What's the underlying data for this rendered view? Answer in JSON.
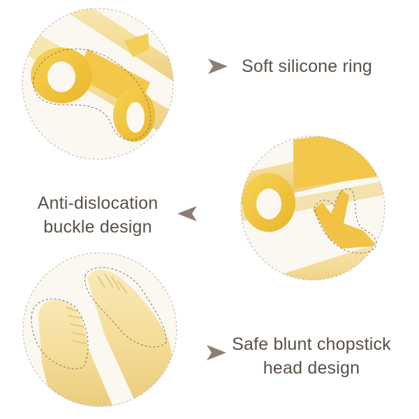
{
  "features": [
    {
      "lines": [
        "Soft silicone ring"
      ],
      "arrow_icon": "arrow-right-icon"
    },
    {
      "lines": [
        "Anti-dislocation",
        "buckle design"
      ],
      "arrow_icon": "arrow-left-icon"
    },
    {
      "lines": [
        "Safe blunt chopstick",
        "head design"
      ],
      "arrow_icon": "arrow-right-icon"
    }
  ],
  "colors": {
    "text": "#5a5048",
    "arrow": "#8a7e75",
    "silicone": "#f1c43b",
    "stick": "#f4dd9a",
    "circle_border": "#c6c0b8"
  }
}
